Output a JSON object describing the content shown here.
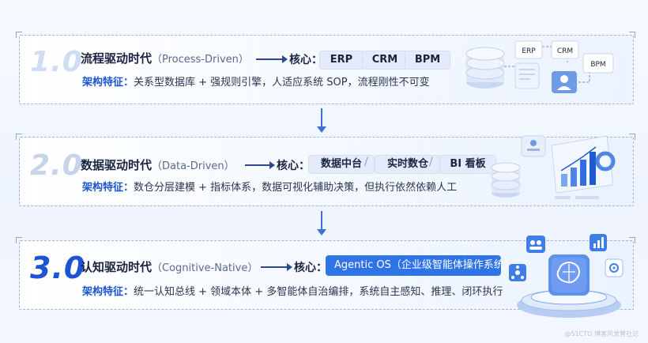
{
  "rows": [
    {
      "num": "1.0",
      "title_cn": "流程驱动时代",
      "title_en": "（Process-Driven）",
      "core_label": "核心：",
      "chips": [
        "ERP",
        "CRM",
        "BPM"
      ],
      "desc_label": "架构特征：",
      "desc_text": "关系型数据库 + 强规则引擎，人适应系统 SOP，流程刚性不可变",
      "illus_labels": [
        "ERP",
        "CRM",
        "BPM"
      ]
    },
    {
      "num": "2.0",
      "title_cn": "数据驱动时代",
      "title_en": "（Data-Driven）",
      "core_label": "核心：",
      "chips": [
        "数据中台",
        "实时数仓",
        "BI 看板"
      ],
      "desc_label": "架构特征：",
      "desc_text": "数仓分层建模 + 指标体系，数据可视化辅助决策，但执行依然依赖人工"
    },
    {
      "num": "3.0",
      "title_cn": "认知驱动时代",
      "title_en": "（Cognitive-Native）",
      "core_label": "核心：",
      "chips": [
        "Agentic OS（企业级智能体操作系统）"
      ],
      "desc_label": "架构特征：",
      "desc_text": "统一认知总线 + 领域本体 + 多智能体自治编排，系统自主感知、推理、闭环执行"
    }
  ],
  "watermark": "@51CTO 博客风龙曾社记"
}
